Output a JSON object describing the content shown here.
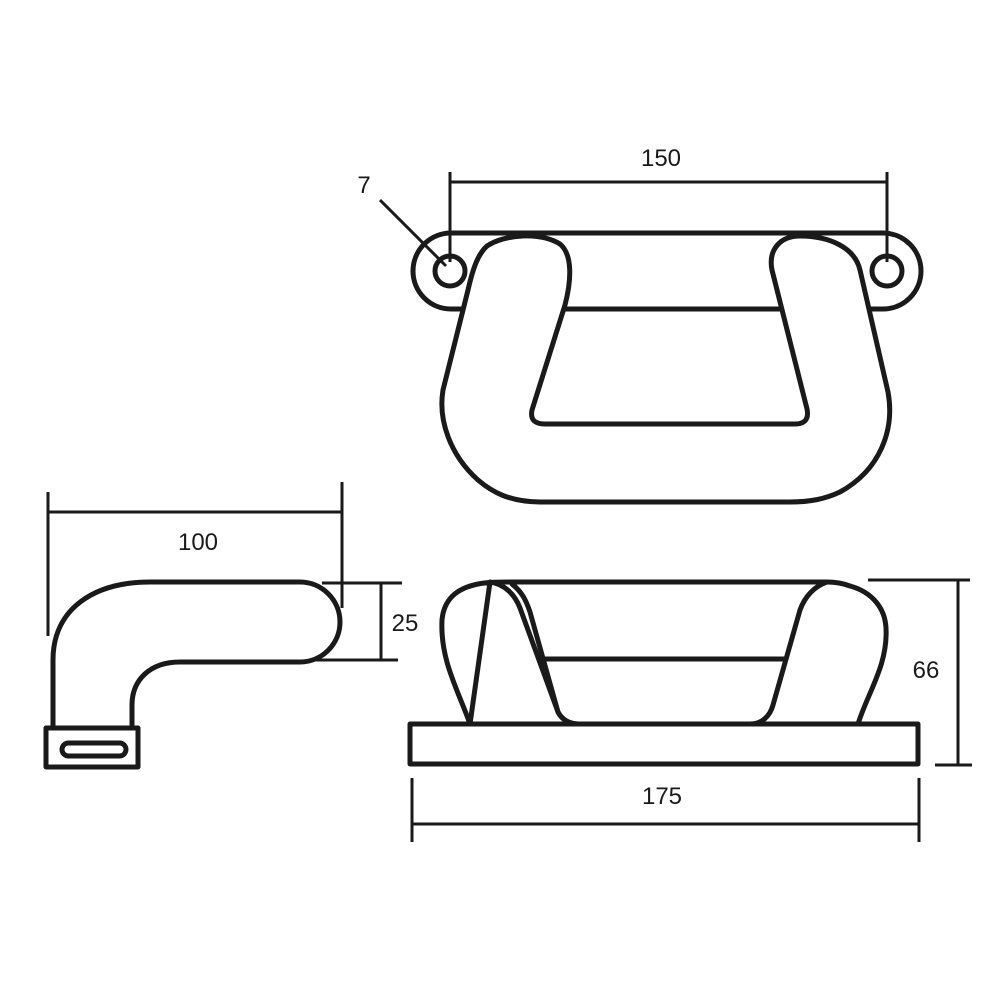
{
  "dimensions": {
    "top_hole_spacing": "150",
    "hole_diameter": "7",
    "side_depth": "100",
    "side_thickness": "25",
    "front_height": "66",
    "front_base_width": "175"
  },
  "colors": {
    "line": "#1a1a1a",
    "background": "#ffffff"
  }
}
